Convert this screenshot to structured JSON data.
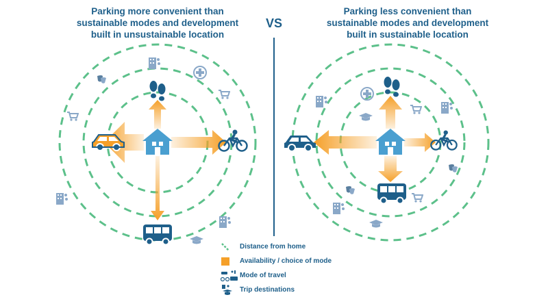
{
  "left_panel": {
    "title_lines": [
      "Parking more convenient than",
      "sustainable modes and development",
      "built in unsustainable location"
    ]
  },
  "right_panel": {
    "title_lines": [
      "Parking less convenient than",
      "sustainable modes and development",
      "built in sustainable location"
    ]
  },
  "vs_label": "VS",
  "legend": [
    {
      "icon": "dashed-line-icon",
      "label": "Distance from home"
    },
    {
      "icon": "orange-square-icon",
      "label": "Availability / choice of mode"
    },
    {
      "icon": "mode-icons",
      "label": "Mode of travel"
    },
    {
      "icon": "destination-icons",
      "label": "Trip destinations"
    }
  ],
  "colors": {
    "title": "#1e5f8a",
    "ring": "#5cc08a",
    "arrow": "#f5a029",
    "house": "#4a9fd0",
    "icon": "#1e5f8a"
  }
}
